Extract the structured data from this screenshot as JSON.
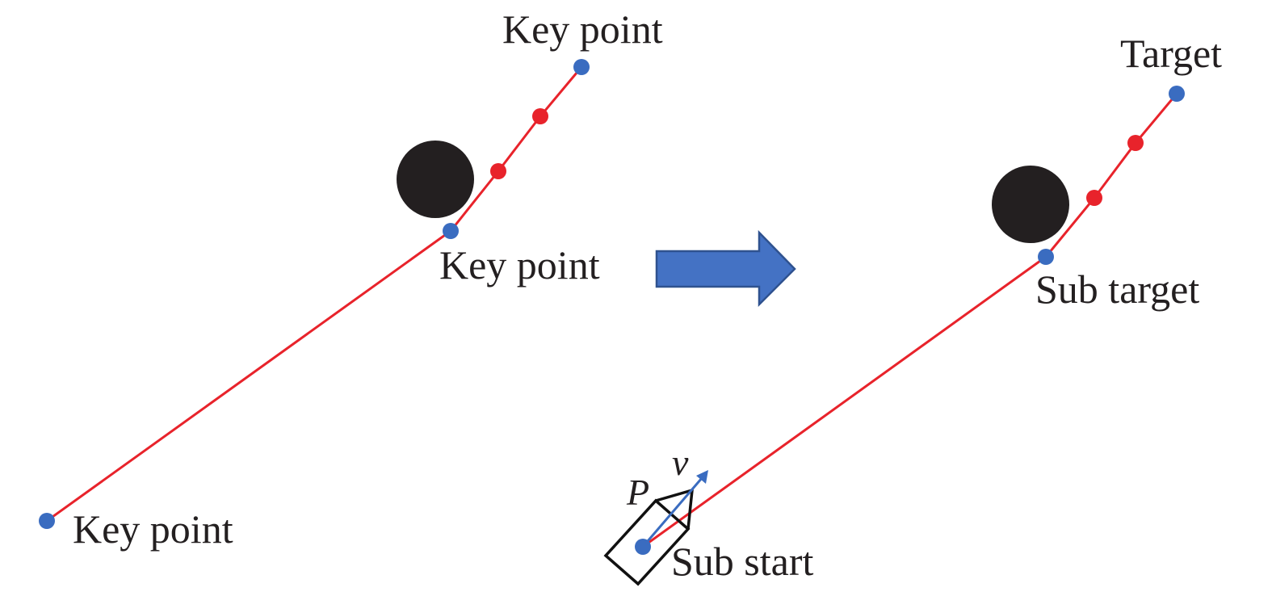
{
  "diagram": {
    "description": "Path planning: global path with key points is split into sub-path from sub start to sub target",
    "colors": {
      "path": "#e8232b",
      "key_point": "#3a6cc0",
      "intermediate_point": "#e8232b",
      "obstacle": "#231f20",
      "transition_arrow": "#4472c4",
      "velocity_vector": "#3a6cc0"
    },
    "left_panel": {
      "labels": {
        "top_key_point": "Key point",
        "middle_key_point": "Key point",
        "bottom_key_point": "Key point"
      }
    },
    "right_panel": {
      "labels": {
        "target": "Target",
        "sub_target": "Sub target",
        "sub_start": "Sub start",
        "position": "P",
        "velocity": "v"
      }
    },
    "transition_arrow_icon": "right-arrow-icon"
  }
}
